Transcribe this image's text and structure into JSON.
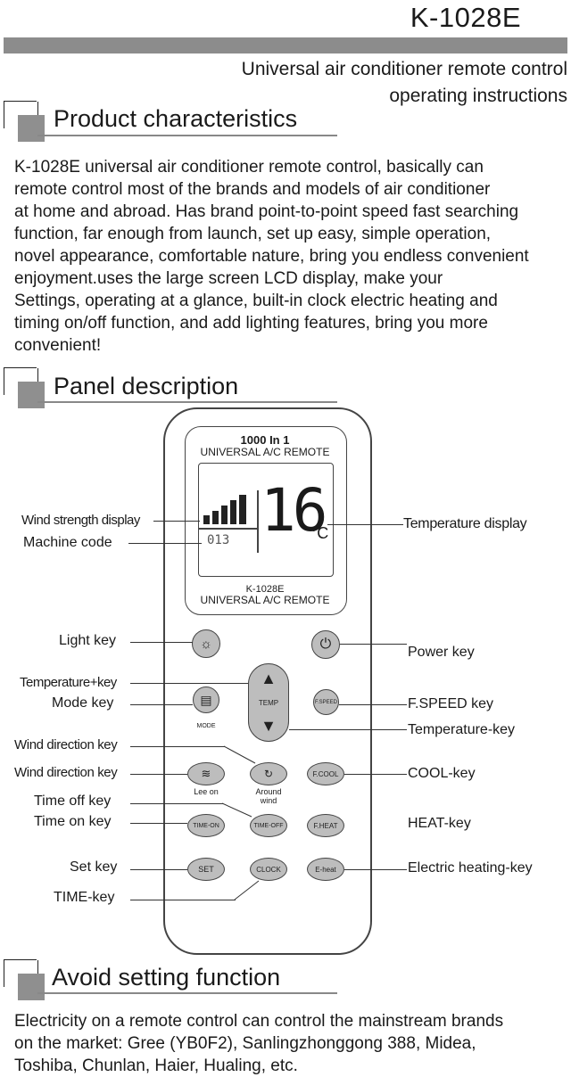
{
  "header": {
    "model": "K-1028E",
    "subtitle_line1": "Universal air conditioner remote control",
    "subtitle_line2": "operating instructions"
  },
  "sections": {
    "product": {
      "title": "Product characteristics",
      "lines": [
        "K-1028E universal air conditioner remote control, basically can",
        "remote control most of the brands and models of air conditioner",
        "at home and abroad. Has brand point-to-point speed fast searching",
        "function, far enough from launch, set up easy, simple operation,",
        "novel appearance, comfortable nature, bring you endless convenient",
        "enjoyment.uses the large screen LCD display, make your",
        "Settings, operating at a glance, built-in clock electric heating and",
        "timing on/off function, and add lighting features, bring you more",
        "convenient!"
      ]
    },
    "panel": {
      "title": "Panel description"
    },
    "avoid": {
      "title": "Avoid setting function",
      "lines": [
        "Electricity on a remote control can control the mainstream brands",
        "on the market: Gree (YB0F2), Sanlingzhonggong 388, Midea,",
        "Toshiba, Chunlan, Haier, Hualing, etc."
      ]
    }
  },
  "remote": {
    "top_line1": "1000 In 1",
    "top_line2": "UNIVERSAL A/C REMOTE",
    "lcd_temp": "16",
    "lcd_unit": "°C",
    "lcd_code": "013",
    "bottom_line1": "K-1028E",
    "bottom_line2": "UNIVERSAL A/C REMOTE",
    "buttons": {
      "temp": "TEMP",
      "fspeed": "F.SPEED",
      "mode": "MODE",
      "fcool": "F.COOL",
      "leeon": "Lee on",
      "around": "Around",
      "wind": "wind",
      "timeon": "TIME-ON",
      "timeoff": "TIME-OFF",
      "fheat_btn": "F.HEAT",
      "set": "SET",
      "clock": "CLOCK",
      "eheat": "E-heat"
    }
  },
  "callouts": {
    "wind_strength": "Wind strength display",
    "machine_code": "Machine code",
    "temperature_display": "Temperature display",
    "light_key": "Light key",
    "power_key": "Power key",
    "temp_plus": "Temperature+key",
    "mode_key": "Mode key",
    "fspeed_key": "F.SPEED key",
    "temp_minus": "Temperature-key",
    "wind_dir1": "Wind direction key",
    "wind_dir2": "Wind direction key",
    "cool_key": "COOL-key",
    "time_off": "Time off key",
    "time_on": "Time on key",
    "heat_key": "HEAT-key",
    "set_key": "Set key",
    "electric_heating": "Electric heating-key",
    "time_key": "TIME-key"
  },
  "colors": {
    "bar": "#8c8c8c",
    "button": "#bdbdbd"
  }
}
